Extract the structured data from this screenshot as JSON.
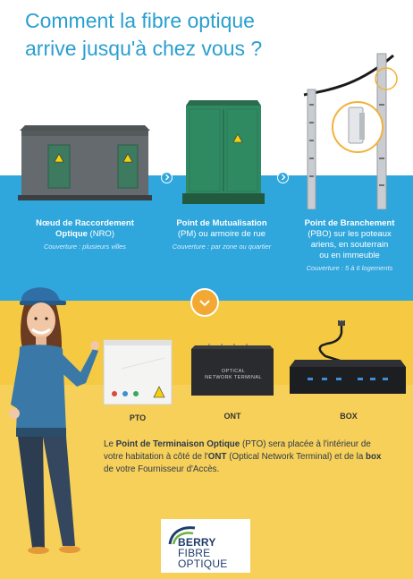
{
  "title": {
    "line1": "Comment la fibre optique",
    "line2": "arrive jusqu'à chez vous ?"
  },
  "stages": [
    {
      "name_line1": "Nœud de Raccordement",
      "name_line2_bold": "Optique",
      "name_line2_rest": " (NRO)",
      "coverage": "Couverture : plusieurs villes"
    },
    {
      "name_bold": "Point de Mutualisation",
      "name_rest": "(PM) ou armoire de rue",
      "coverage": "Couverture : par zone ou quartier"
    },
    {
      "name_bold": "Point de Branchement",
      "name_rest_line1": "(PBO) sur les poteaux",
      "name_rest_line2": "ariens, en souterrain",
      "name_rest_line3": "ou en immeuble",
      "coverage": "Couverture : 5 à 6 logements"
    }
  ],
  "devices": {
    "pto_label": "PTO",
    "ont_label": "ONT",
    "ont_screen_line1": "OPTICAL",
    "ont_screen_line2": "NETWORK TERMINAL",
    "box_label": "BOX"
  },
  "description": {
    "p1": "Le ",
    "b1": "Point de Terminaison Optique",
    "p2": " (PTO) sera placée à l'intérieur de votre habitation à côté de l'",
    "b2": "ONT",
    "p3": " (Optical Network Terminal) et de la ",
    "b3": "box",
    "p4": " de votre Fournisseur d'Accès."
  },
  "logo": {
    "line1": "BERRY",
    "line2": "FIBRE",
    "line3": "OPTIQUE"
  },
  "colors": {
    "title_blue": "#2a9fd0",
    "band_blue": "#2fa6dc",
    "band_yellow": "#f5c942",
    "cabinet_green": "#2f7d5b",
    "badge_orange": "#f3a833",
    "logo_navy": "#1f3d6b",
    "logo_green": "#6cb33f"
  },
  "icons": {
    "forward": "chevron-right-icon",
    "down": "chevron-down-icon",
    "warning": "warning-icon"
  }
}
